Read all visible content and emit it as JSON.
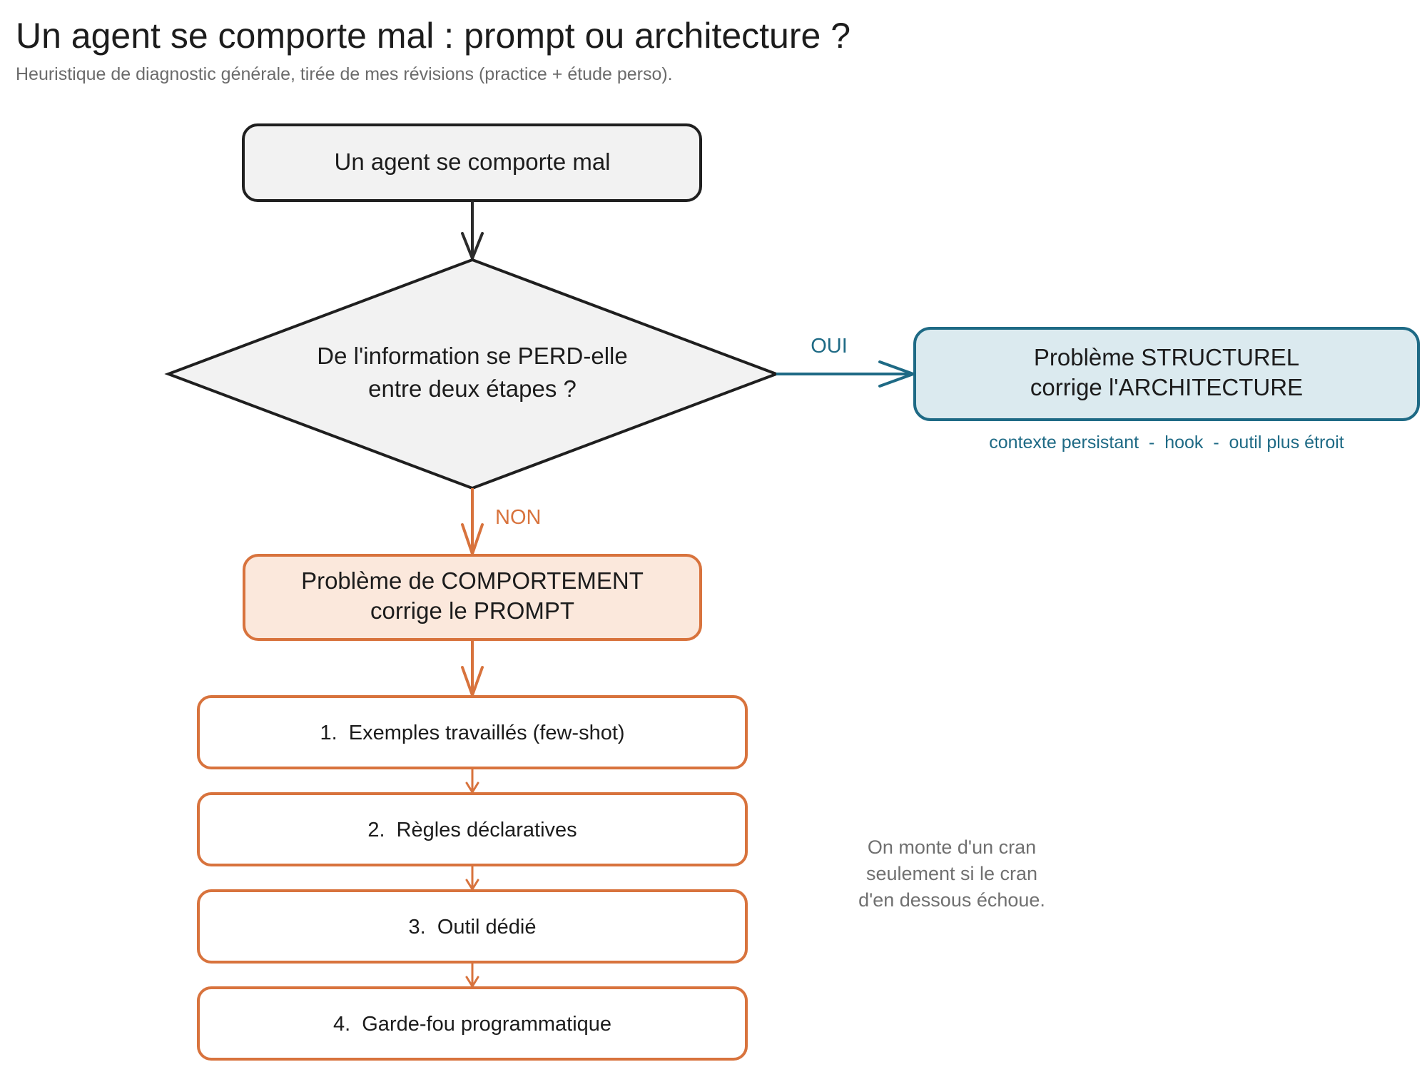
{
  "title": "Un agent se comporte mal : prompt ou architecture ?",
  "subtitle": "Heuristique de diagnostic générale, tirée de mes révisions (practice + étude perso).",
  "colors": {
    "neutral_fill": "#f2f2f2",
    "neutral_stroke": "#1f1f1f",
    "structure_fill": "#dbeaef",
    "structure_stroke": "#1e6a85",
    "behavior_fill": "#fbe8dc",
    "behavior_stroke": "#d8733d",
    "note_text": "#707070"
  },
  "nodes": {
    "start": {
      "label": "Un agent se comporte mal"
    },
    "decision": {
      "line1": "De l'information se PERD-elle",
      "line2": "entre deux étapes ?"
    },
    "structural": {
      "line1": "Problème STRUCTUREL",
      "line2": "corrige l'ARCHITECTURE"
    },
    "behavior": {
      "line1": "Problème de COMPORTEMENT",
      "line2": "corrige le PROMPT"
    }
  },
  "edges": {
    "yes_label": "OUI",
    "no_label": "NON"
  },
  "remedies": "contexte persistant  -  hook  -  outil plus étroit",
  "steps": [
    {
      "label": "1.  Exemples travaillés (few-shot)"
    },
    {
      "label": "2.  Règles déclaratives"
    },
    {
      "label": "3.  Outil dédié"
    },
    {
      "label": "4.  Garde-fou programmatique"
    }
  ],
  "note": {
    "line1": "On monte d'un cran",
    "line2": "seulement si le cran",
    "line3": "d'en dessous échoue."
  }
}
